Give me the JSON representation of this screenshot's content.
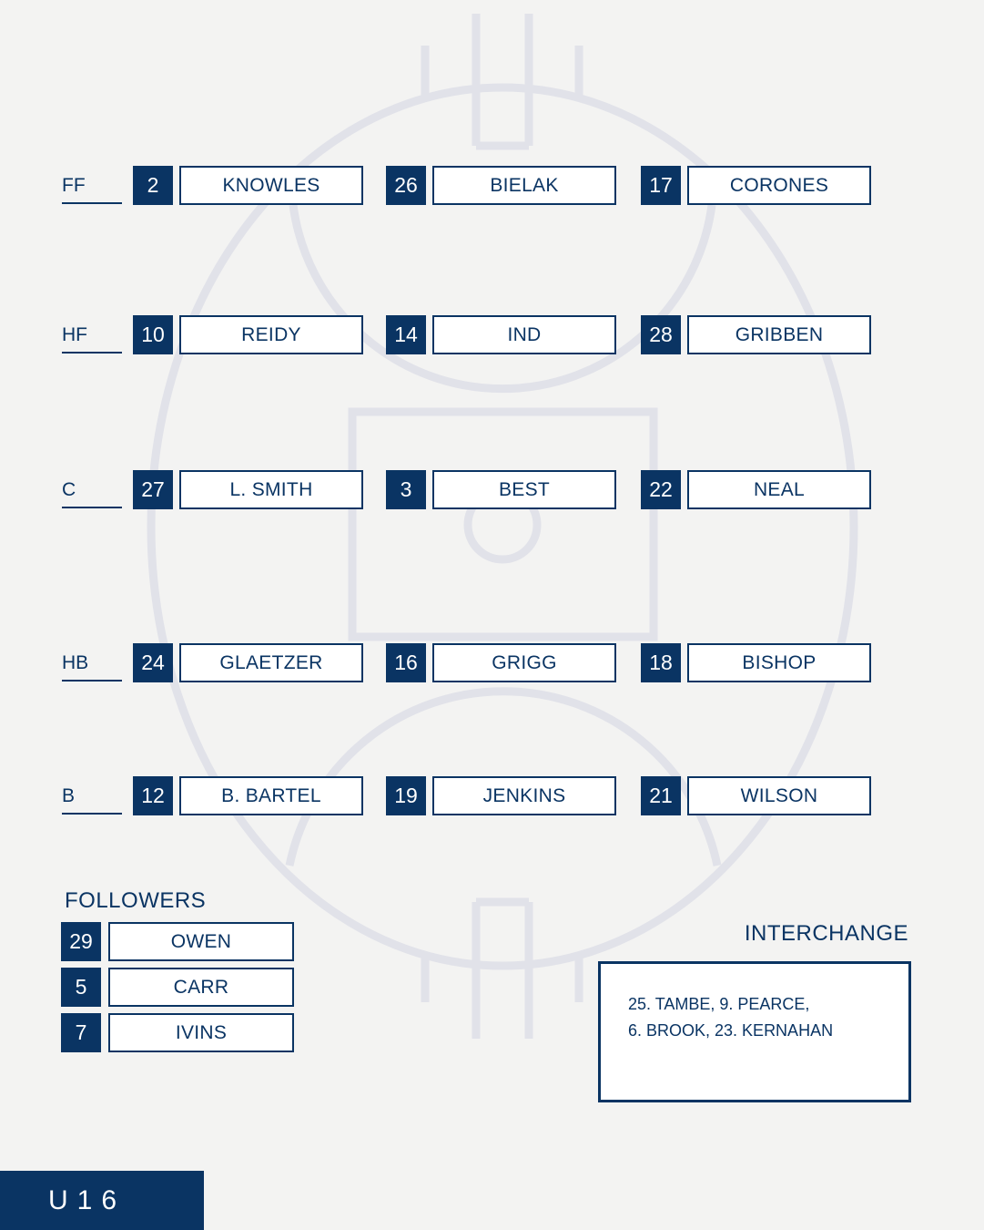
{
  "lines": [
    {
      "position": "FF",
      "players": [
        {
          "number": "2",
          "name": "KNOWLES"
        },
        {
          "number": "26",
          "name": "BIELAK"
        },
        {
          "number": "17",
          "name": "CORONES"
        }
      ]
    },
    {
      "position": "HF",
      "players": [
        {
          "number": "10",
          "name": "REIDY"
        },
        {
          "number": "14",
          "name": "IND"
        },
        {
          "number": "28",
          "name": "GRIBBEN"
        }
      ]
    },
    {
      "position": "C",
      "players": [
        {
          "number": "27",
          "name": "L. SMITH"
        },
        {
          "number": "3",
          "name": "BEST"
        },
        {
          "number": "22",
          "name": "NEAL"
        }
      ]
    },
    {
      "position": "HB",
      "players": [
        {
          "number": "24",
          "name": "GLAETZER"
        },
        {
          "number": "16",
          "name": "GRIGG"
        },
        {
          "number": "18",
          "name": "BISHOP"
        }
      ]
    },
    {
      "position": "B",
      "players": [
        {
          "number": "12",
          "name": "B. BARTEL"
        },
        {
          "number": "19",
          "name": "JENKINS"
        },
        {
          "number": "21",
          "name": "WILSON"
        }
      ]
    }
  ],
  "followers": {
    "title": "FOLLOWERS",
    "players": [
      {
        "number": "29",
        "name": "OWEN"
      },
      {
        "number": "5",
        "name": "CARR"
      },
      {
        "number": "7",
        "name": "IVINS"
      }
    ]
  },
  "interchange": {
    "title": "INTERCHANGE",
    "line1": "25. TAMBE, 9. PEARCE,",
    "line2": "6. BROOK, 23. KERNAHAN"
  },
  "team_tag": "U16",
  "colors": {
    "navy": "#0a3463",
    "field_lines": "#e2e3ea",
    "background": "#f3f3f2"
  }
}
